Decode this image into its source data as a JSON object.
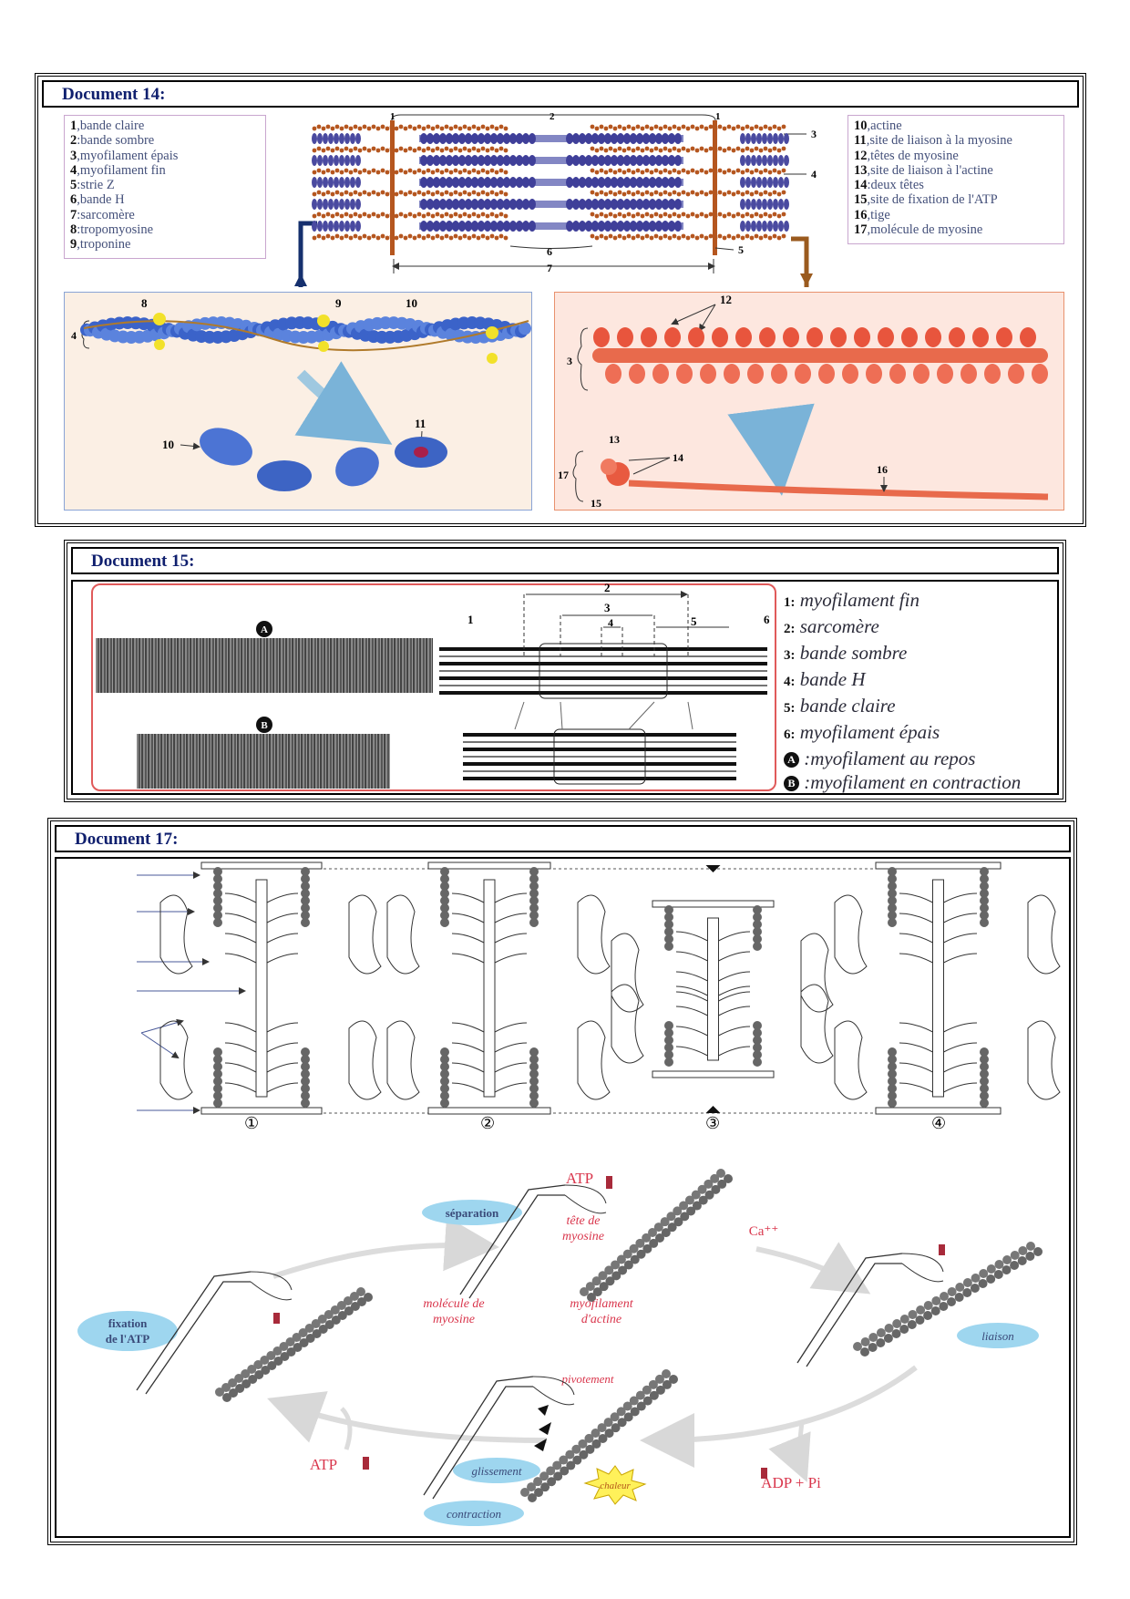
{
  "doc14": {
    "title": "Document 14:",
    "legend_left": [
      {
        "n": "1",
        "sep": ",",
        "text": "bande claire"
      },
      {
        "n": "2",
        "sep": ":",
        "text": "bande sombre"
      },
      {
        "n": "3",
        "sep": ",",
        "text": "myofilament épais"
      },
      {
        "n": "4",
        "sep": ",",
        "text": "myofilament fin"
      },
      {
        "n": "5",
        "sep": ":",
        "text": "strie Z"
      },
      {
        "n": "6",
        "sep": ",",
        "text": "bande H"
      },
      {
        "n": "7",
        "sep": ":",
        "text": "sarcomère"
      },
      {
        "n": "8",
        "sep": ":",
        "text": "tropomyosine"
      },
      {
        "n": "9",
        "sep": ",",
        "text": "troponine"
      }
    ],
    "legend_right": [
      {
        "n": "10",
        "sep": ",",
        "text": "actine"
      },
      {
        "n": "11",
        "sep": ",",
        "text": "site de liaison à la myosine"
      },
      {
        "n": "12",
        "sep": ",",
        "text": "têtes de myosine"
      },
      {
        "n": "13",
        "sep": ",",
        "text": "site de liaison à l'actine"
      },
      {
        "n": "14",
        "sep": ":",
        "text": "deux têtes"
      },
      {
        "n": "15",
        "sep": ",",
        "text": "site de fixation de l'ATP"
      },
      {
        "n": "16",
        "sep": ",",
        "text": "tige"
      },
      {
        "n": "17",
        "sep": ",",
        "text": "molécule de myosine"
      }
    ],
    "labels": {
      "l1": "1",
      "l2": "2",
      "l3": "3",
      "l4": "4",
      "l5": "5",
      "l6": "6",
      "l7": "7",
      "l8": "8",
      "l9": "9",
      "l10": "10",
      "l11": "11",
      "l12": "12",
      "l13": "13",
      "l14": "14",
      "l15": "15",
      "l16": "16",
      "l17": "17"
    },
    "colors": {
      "actin": "#3b63c9",
      "myosin": "#e8553d",
      "zline": "#b5561f",
      "thick": "#5a5fb0"
    }
  },
  "doc15": {
    "title": "Document 15:",
    "markers": {
      "a": "A",
      "b": "B"
    },
    "schema_labels": [
      "1",
      "2",
      "3",
      "4",
      "5",
      "6"
    ],
    "legend": [
      {
        "n": "1:",
        "text": "myofilament fin"
      },
      {
        "n": "2:",
        "text": "sarcomère"
      },
      {
        "n": "3:",
        "text": "bande sombre"
      },
      {
        "n": "4:",
        "text": "bande H"
      },
      {
        "n": "5:",
        "text": "bande claire"
      },
      {
        "n": "6:",
        "text": "myofilament épais"
      },
      {
        "n": "A",
        "text": ":myofilament au repos"
      },
      {
        "n": "B",
        "text": ":myofilament en contraction"
      }
    ]
  },
  "doc17": {
    "title": "Document 17:",
    "stages": [
      "①",
      "②",
      "③",
      "④"
    ],
    "cycle": {
      "separation": "séparation",
      "fixation_atp_1": "fixation",
      "fixation_atp_2": "de l'ATP",
      "liaison": "liaison",
      "pivotement": "pivotement",
      "glissement": "glissement",
      "contraction": "contraction",
      "chaleur": "chaleur",
      "atp_top": "ATP",
      "atp_bottom": "ATP",
      "ca": "Ca⁺⁺",
      "tete_1": "tête de",
      "tete_2": "myosine",
      "molecule_1": "molécule de",
      "molecule_2": "myosine",
      "myofil_1": "myofilament",
      "myofil_2": "d'actine",
      "adp_pi": "ADP + Pi"
    }
  }
}
